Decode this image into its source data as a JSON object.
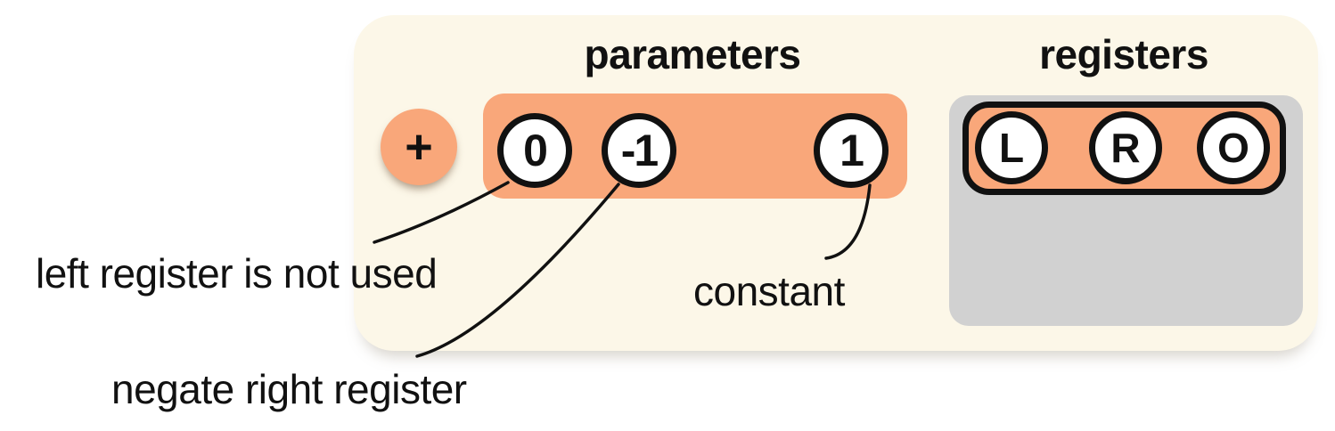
{
  "figure": {
    "headings": {
      "parameters": "parameters",
      "registers": "registers"
    },
    "operator": {
      "symbol": "+"
    },
    "parameters": {
      "slots": [
        "0",
        "-1",
        "1"
      ]
    },
    "registers": {
      "slots": [
        "L",
        "R",
        "O"
      ]
    },
    "annotations": {
      "left_unused": "left register is not used",
      "negate_right": "negate right register",
      "constant": "constant"
    },
    "colors": {
      "panel_background": "#FCF7E8",
      "accent_peach": "#F9A77A",
      "registers_gray": "#D1D1D1",
      "ink": "#111111",
      "slot_fill": "#FFFFFF"
    }
  }
}
